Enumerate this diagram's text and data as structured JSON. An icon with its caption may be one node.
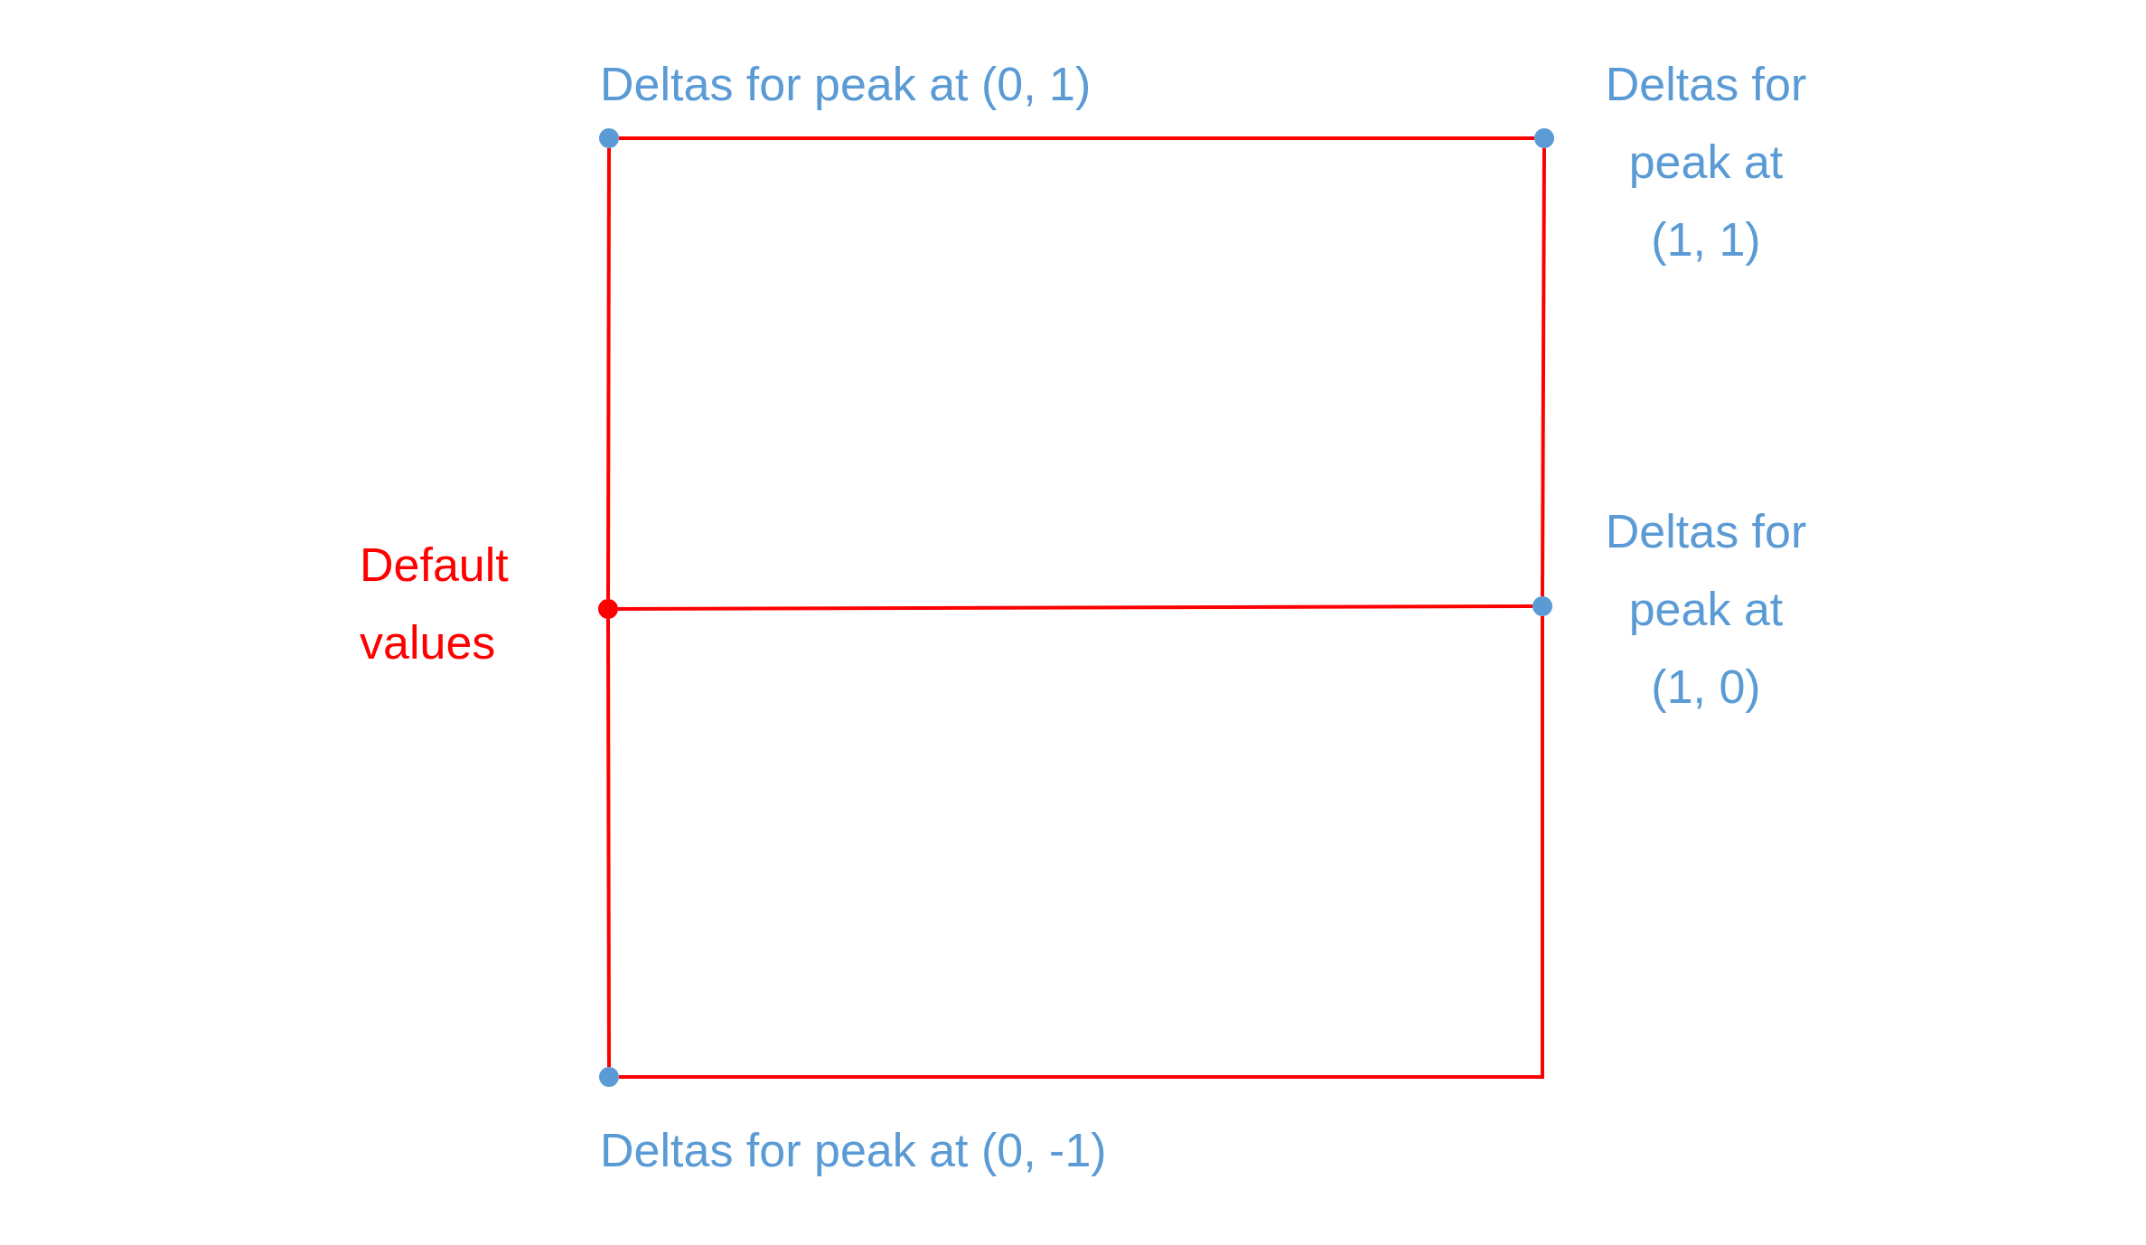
{
  "diagram": {
    "nodes": [
      {
        "text": [],
        "shape": "circle",
        "beside": [
          "Deltas for peak at (0, 1)"
        ]
      },
      {
        "text": [],
        "shape": "circle",
        "beside": [
          "Deltas for peak at (1, 1)"
        ]
      },
      {
        "text": [],
        "shape": "circle",
        "beside": [
          "Default values"
        ]
      },
      {
        "text": [],
        "shape": "circle",
        "beside": [
          "Deltas for peak at (1, 0)"
        ]
      },
      {
        "text": [],
        "shape": "circle",
        "beside": [
          "Deltas for peak at (0, -1)"
        ]
      }
    ],
    "edges": [
      {
        "from": 0,
        "to": 1,
        "arrow": "none"
      },
      {
        "from": 0,
        "to": 2,
        "arrow": "none"
      },
      {
        "from": 2,
        "to": 4,
        "arrow": "none"
      },
      {
        "from": 2,
        "to": 3,
        "arrow": "none"
      },
      {
        "from": 1,
        "to": 3,
        "arrow": "none"
      },
      {
        "from": 3,
        "to": 4,
        "arrow": "none"
      }
    ]
  }
}
